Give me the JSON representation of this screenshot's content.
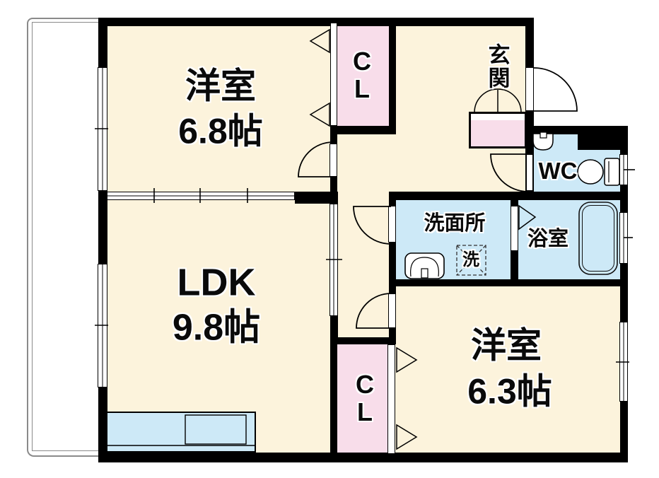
{
  "rooms": {
    "west1": {
      "name": "洋室",
      "size": "6.8帖"
    },
    "ldk": {
      "name": "LDK",
      "size": "9.8帖"
    },
    "west2": {
      "name": "洋室",
      "size": "6.3帖"
    },
    "washroom": {
      "name": "洗面所"
    },
    "bath": {
      "name": "浴室"
    },
    "wc": {
      "name": "WC"
    },
    "entrance": {
      "name": "玄関"
    },
    "closet_upper": {
      "label": "CL"
    },
    "closet_lower": {
      "label": "CL"
    },
    "washer_space": {
      "label": "洗"
    }
  },
  "colors": {
    "wall": "#000000",
    "room_fill": "#FCF3DC",
    "wet_fill": "#CDE9F7",
    "closet_fill": "#F8DDEA",
    "balcony_line": "#8a8a8a"
  }
}
